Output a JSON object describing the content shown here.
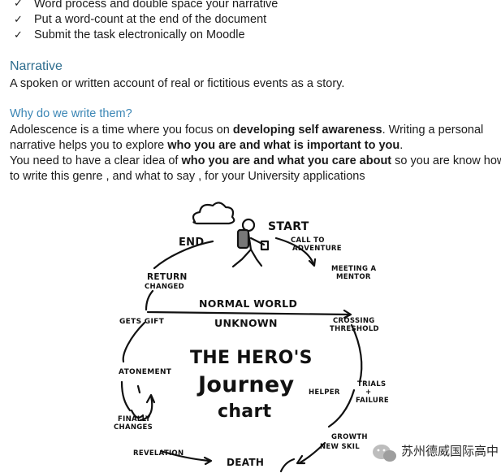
{
  "checklist": [
    {
      "text": "Word process and double space your narrative"
    },
    {
      "text": "Put a word-count at the end of the document"
    },
    {
      "text": "Submit the task electronically on Moodle"
    }
  ],
  "narrative": {
    "heading": "Narrative",
    "definition": "A spoken or written account of real or fictitious events as a story."
  },
  "why": {
    "heading": "Why do we write them?",
    "p1_a": "Adolescence is a time where you focus on ",
    "p1_b": "developing self awareness",
    "p1_c": ". Writing a personal",
    "p2_a": "narrative helps you to explore ",
    "p2_b": "who you are and what is important to you",
    "p2_c": ".",
    "p3_a": "You need to have a clear idea of ",
    "p3_b": "who you are and what you care about",
    "p3_c": " so you are know how",
    "p4": "to write this genre , and what to say , for your University applications"
  },
  "diagram": {
    "title_1": "THE HERO'S",
    "title_2": "Journey",
    "title_3": "chart",
    "normal_world": "NORMAL WORLD",
    "unknown": "UNKNOWN",
    "start": "START",
    "end": "END",
    "call_1": "CALL TO",
    "call_2": "ADVENTURE",
    "mentor_1": "MEETING A",
    "mentor_2": "MENTOR",
    "return_1": "RETURN",
    "return_2": "CHANGED",
    "gets_gift": "GETS GIFT",
    "threshold_1": "CROSSING",
    "threshold_2": "THRESHOLD",
    "atonement": "ATONEMENT",
    "helper": "HELPER",
    "trials_1": "TRIALS",
    "trials_2": "+",
    "trials_3": "FAILURE",
    "finally_1": "FINALLY",
    "finally_2": "CHANGES",
    "revelation": "REVELATION",
    "growth_1": "GROWTH",
    "growth_2": "NEW SKIL",
    "death": "DEATH"
  },
  "watermark": {
    "text": "苏州德威国际高中"
  }
}
